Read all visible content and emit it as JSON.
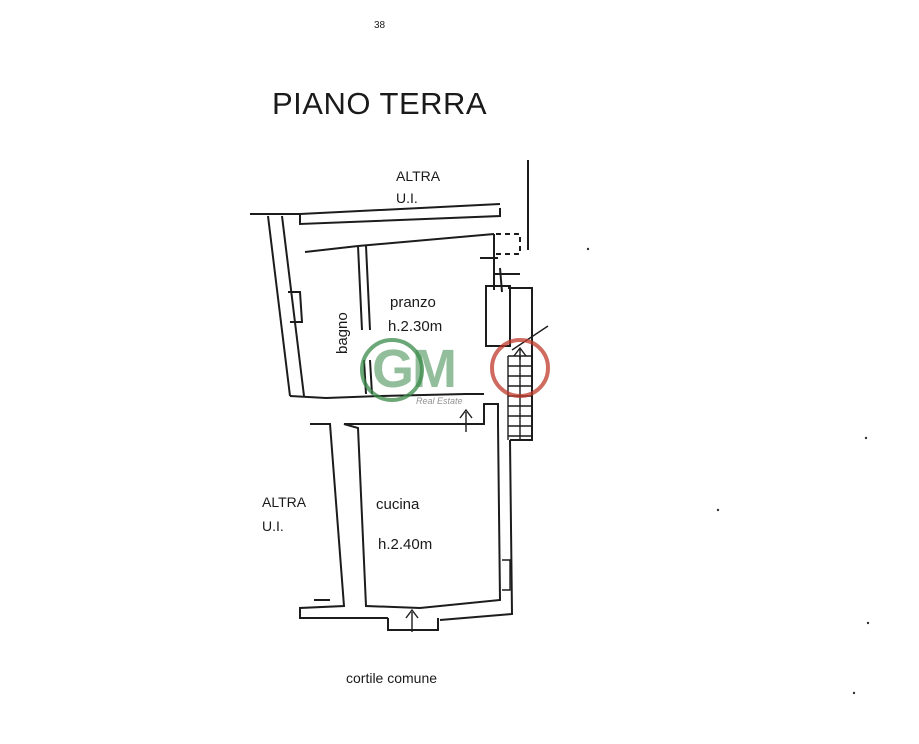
{
  "plan": {
    "top_mark": "38",
    "title": "PIANO TERRA",
    "neighbor_top": {
      "line1": "ALTRA",
      "line2": "U.I."
    },
    "neighbor_left": {
      "line1": "ALTRA",
      "line2": "U.I."
    },
    "rooms": {
      "bagno": {
        "name": "bagno"
      },
      "pranzo": {
        "name": "pranzo",
        "height": "h.2.30m"
      },
      "cucina": {
        "name": "cucina",
        "height": "h.2.40m"
      }
    },
    "courtyard": "cortile comune"
  },
  "watermark": {
    "letters": "GM",
    "sub": "Real Estate",
    "colors": {
      "green": "#3a8a4a",
      "red": "#c0392b"
    }
  }
}
